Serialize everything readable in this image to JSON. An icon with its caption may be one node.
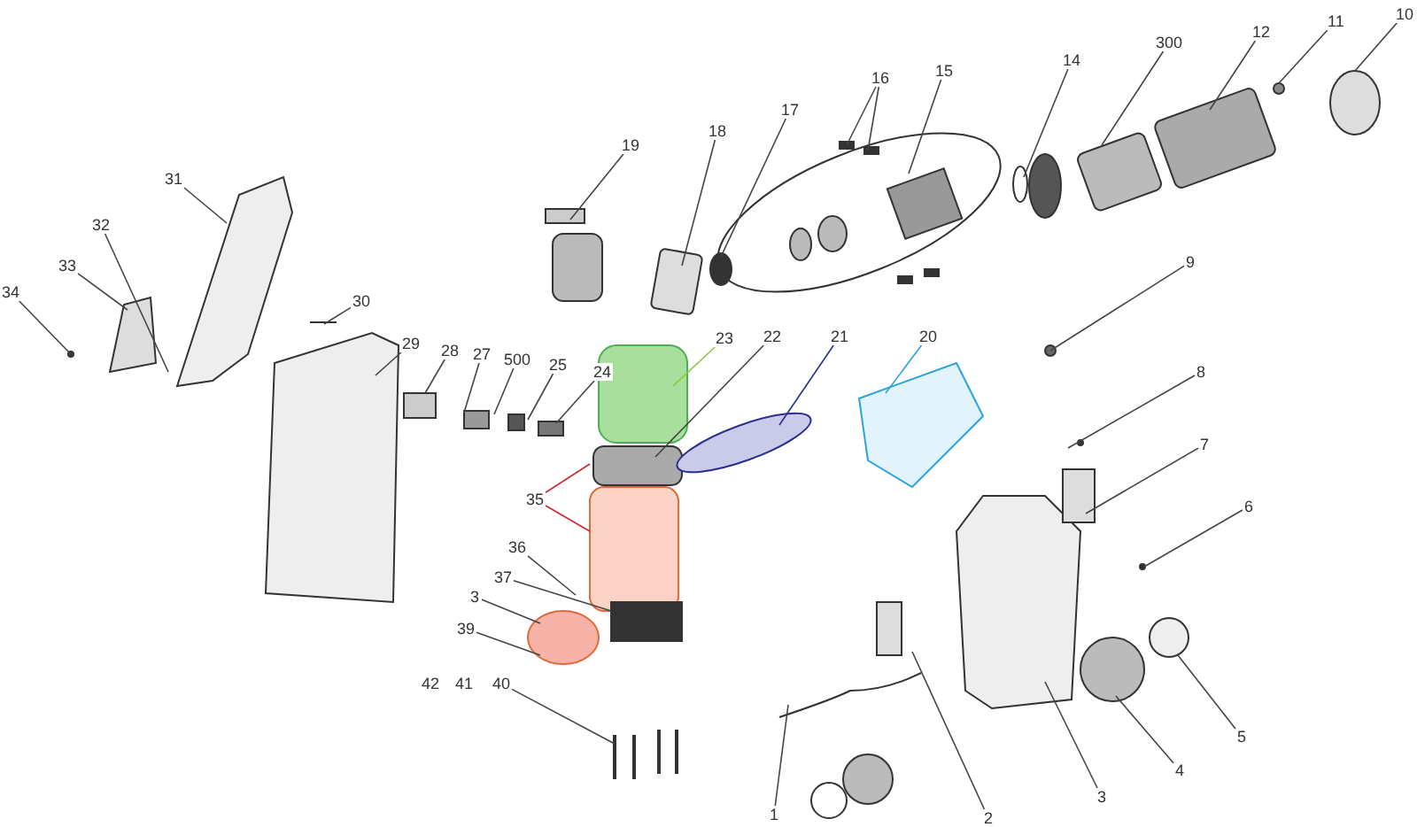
{
  "diagram": {
    "nodes": [
      {
        "text": [
          "10"
        ]
      },
      {
        "text": [
          "11"
        ]
      },
      {
        "text": [
          "12"
        ]
      },
      {
        "text": [
          "300"
        ]
      },
      {
        "text": [
          "14"
        ]
      },
      {
        "text": [
          "15"
        ]
      },
      {
        "text": [
          "16"
        ]
      },
      {
        "text": [
          "17"
        ]
      },
      {
        "text": [
          "18"
        ]
      },
      {
        "text": [
          "19"
        ]
      },
      {
        "text": [
          "31"
        ]
      },
      {
        "text": [
          "9"
        ]
      },
      {
        "text": [
          "32"
        ]
      },
      {
        "text": [
          "33"
        ]
      },
      {
        "text": [
          "30"
        ]
      },
      {
        "text": [
          "34"
        ]
      },
      {
        "text": [
          "23"
        ]
      },
      {
        "text": [
          "22"
        ]
      },
      {
        "text": [
          "21"
        ]
      },
      {
        "text": [
          "20"
        ]
      },
      {
        "text": [
          "29"
        ]
      },
      {
        "text": [
          "28"
        ]
      },
      {
        "text": [
          "27"
        ]
      },
      {
        "text": [
          "500"
        ]
      },
      {
        "text": [
          "25"
        ]
      },
      {
        "text": [
          "24"
        ]
      },
      {
        "text": [
          "8"
        ]
      },
      {
        "text": [
          "7"
        ]
      },
      {
        "text": [
          "6"
        ]
      },
      {
        "text": [
          "35"
        ]
      },
      {
        "text": [
          "36"
        ]
      },
      {
        "text": [
          "37"
        ]
      },
      {
        "text": [
          "3"
        ]
      },
      {
        "text": [
          "39"
        ]
      },
      {
        "text": [
          "42"
        ]
      },
      {
        "text": [
          "41"
        ]
      },
      {
        "text": [
          "40"
        ]
      },
      {
        "text": [
          "5"
        ]
      },
      {
        "text": [
          "4"
        ]
      },
      {
        "text": [
          "3"
        ]
      },
      {
        "text": [
          "1"
        ]
      },
      {
        "text": [
          "2"
        ]
      }
    ],
    "edges": [
      {
        "from": 0,
        "to": null,
        "arrow": "none"
      },
      {
        "from": 1,
        "to": null,
        "arrow": "none"
      },
      {
        "from": 2,
        "to": null,
        "arrow": "none"
      },
      {
        "from": 3,
        "to": null,
        "arrow": "none"
      },
      {
        "from": 4,
        "to": null,
        "arrow": "none"
      },
      {
        "from": 5,
        "to": null,
        "arrow": "none"
      },
      {
        "from": 6,
        "to": null,
        "arrow": "none"
      },
      {
        "from": 6,
        "to": null,
        "arrow": "none"
      },
      {
        "from": 7,
        "to": null,
        "arrow": "none"
      },
      {
        "from": 8,
        "to": null,
        "arrow": "none"
      },
      {
        "from": 9,
        "to": null,
        "arrow": "none"
      },
      {
        "from": 10,
        "to": null,
        "arrow": "none"
      },
      {
        "from": 11,
        "to": null,
        "arrow": "none"
      },
      {
        "from": 12,
        "to": null,
        "arrow": "none"
      },
      {
        "from": 13,
        "to": null,
        "arrow": "none"
      },
      {
        "from": 14,
        "to": null,
        "arrow": "none"
      },
      {
        "from": 15,
        "to": null,
        "arrow": "none"
      },
      {
        "from": 16,
        "to": null,
        "arrow": "none",
        "color": "#8dc63f"
      },
      {
        "from": 17,
        "to": null,
        "arrow": "none"
      },
      {
        "from": 18,
        "to": null,
        "arrow": "none",
        "color": "#2b2f8a"
      },
      {
        "from": 19,
        "to": null,
        "arrow": "none",
        "color": "#2aa3dc"
      },
      {
        "from": 20,
        "to": null,
        "arrow": "none"
      },
      {
        "from": 21,
        "to": null,
        "arrow": "none"
      },
      {
        "from": 22,
        "to": null,
        "arrow": "none"
      },
      {
        "from": 23,
        "to": null,
        "arrow": "none"
      },
      {
        "from": 24,
        "to": null,
        "arrow": "none"
      },
      {
        "from": 25,
        "to": null,
        "arrow": "none"
      },
      {
        "from": 26,
        "to": null,
        "arrow": "none"
      },
      {
        "from": 27,
        "to": null,
        "arrow": "none"
      },
      {
        "from": 28,
        "to": null,
        "arrow": "none"
      },
      {
        "from": 29,
        "to": null,
        "arrow": "none",
        "color": "#d4262c"
      },
      {
        "from": 29,
        "to": null,
        "arrow": "none",
        "color": "#d4262c"
      },
      {
        "from": 30,
        "to": null,
        "arrow": "none"
      },
      {
        "from": 31,
        "to": null,
        "arrow": "none"
      },
      {
        "from": 32,
        "to": null,
        "arrow": "none"
      },
      {
        "from": 33,
        "to": null,
        "arrow": "none"
      },
      {
        "from": 36,
        "to": null,
        "arrow": "none"
      },
      {
        "from": 37,
        "to": null,
        "arrow": "none"
      },
      {
        "from": 38,
        "to": null,
        "arrow": "none"
      },
      {
        "from": 39,
        "to": null,
        "arrow": "none"
      },
      {
        "from": 40,
        "to": null,
        "arrow": "none"
      },
      {
        "from": 41,
        "to": null,
        "arrow": "none"
      }
    ]
  }
}
